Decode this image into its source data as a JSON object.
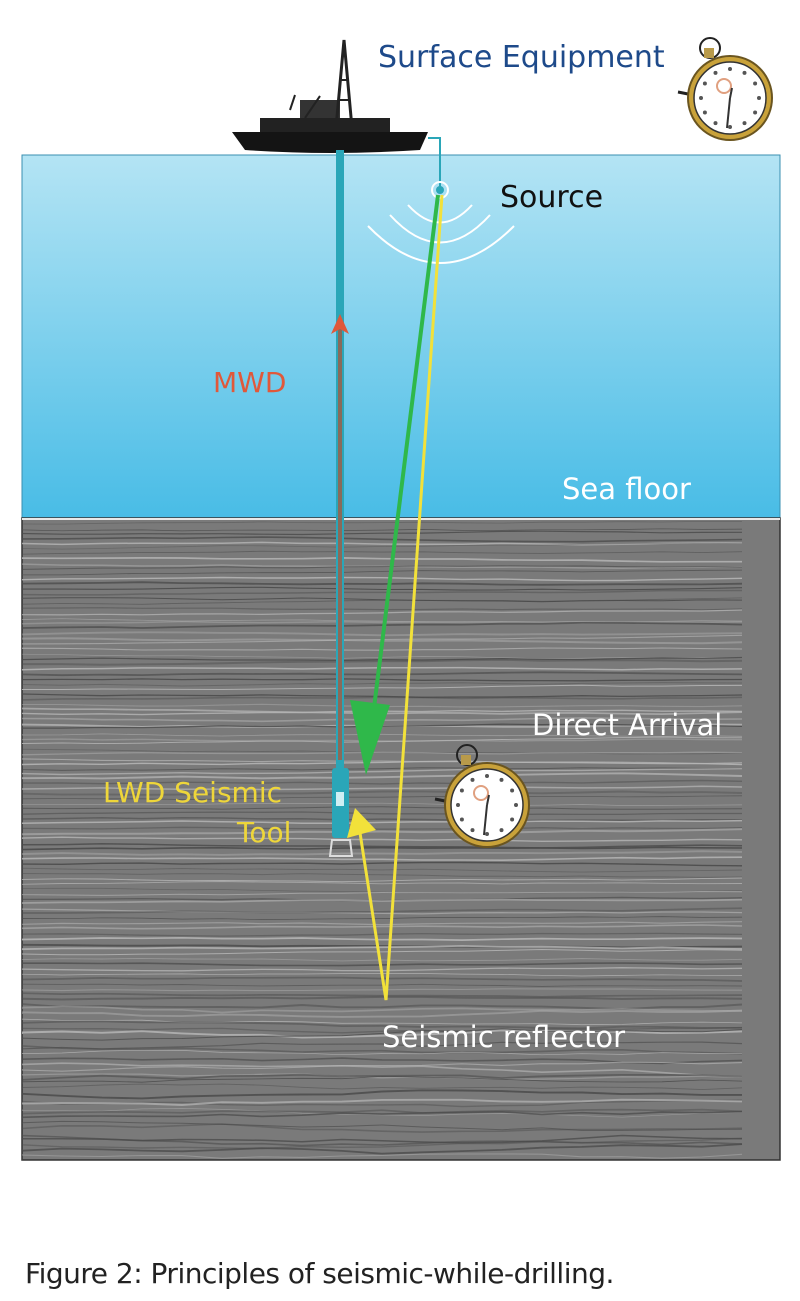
{
  "labels": {
    "surface_equipment": "Surface Equipment",
    "source": "Source",
    "mwd": "MWD",
    "sea_floor": "Sea floor",
    "direct_arrival": "Direct Arrival",
    "lwd_line1": "LWD Seismic",
    "lwd_line2": "Tool",
    "seismic_reflector": "Seismic reflector"
  },
  "caption": "Figure 2: Principles of seismic-while-drilling.",
  "colors": {
    "sea_top": "#b4e4f4",
    "sea_bottom": "#48bce6",
    "rock": "#7a7a7a",
    "green_ray": "#2fb84a",
    "yellow_ray": "#f2e13a",
    "mwd": "#e0583a",
    "title_blue": "#1e4a8a",
    "pipe": "#2aa6b8"
  },
  "icons": [
    "ship-icon",
    "stopwatch-icon",
    "source-wave-icon",
    "lwd-tool-icon"
  ]
}
